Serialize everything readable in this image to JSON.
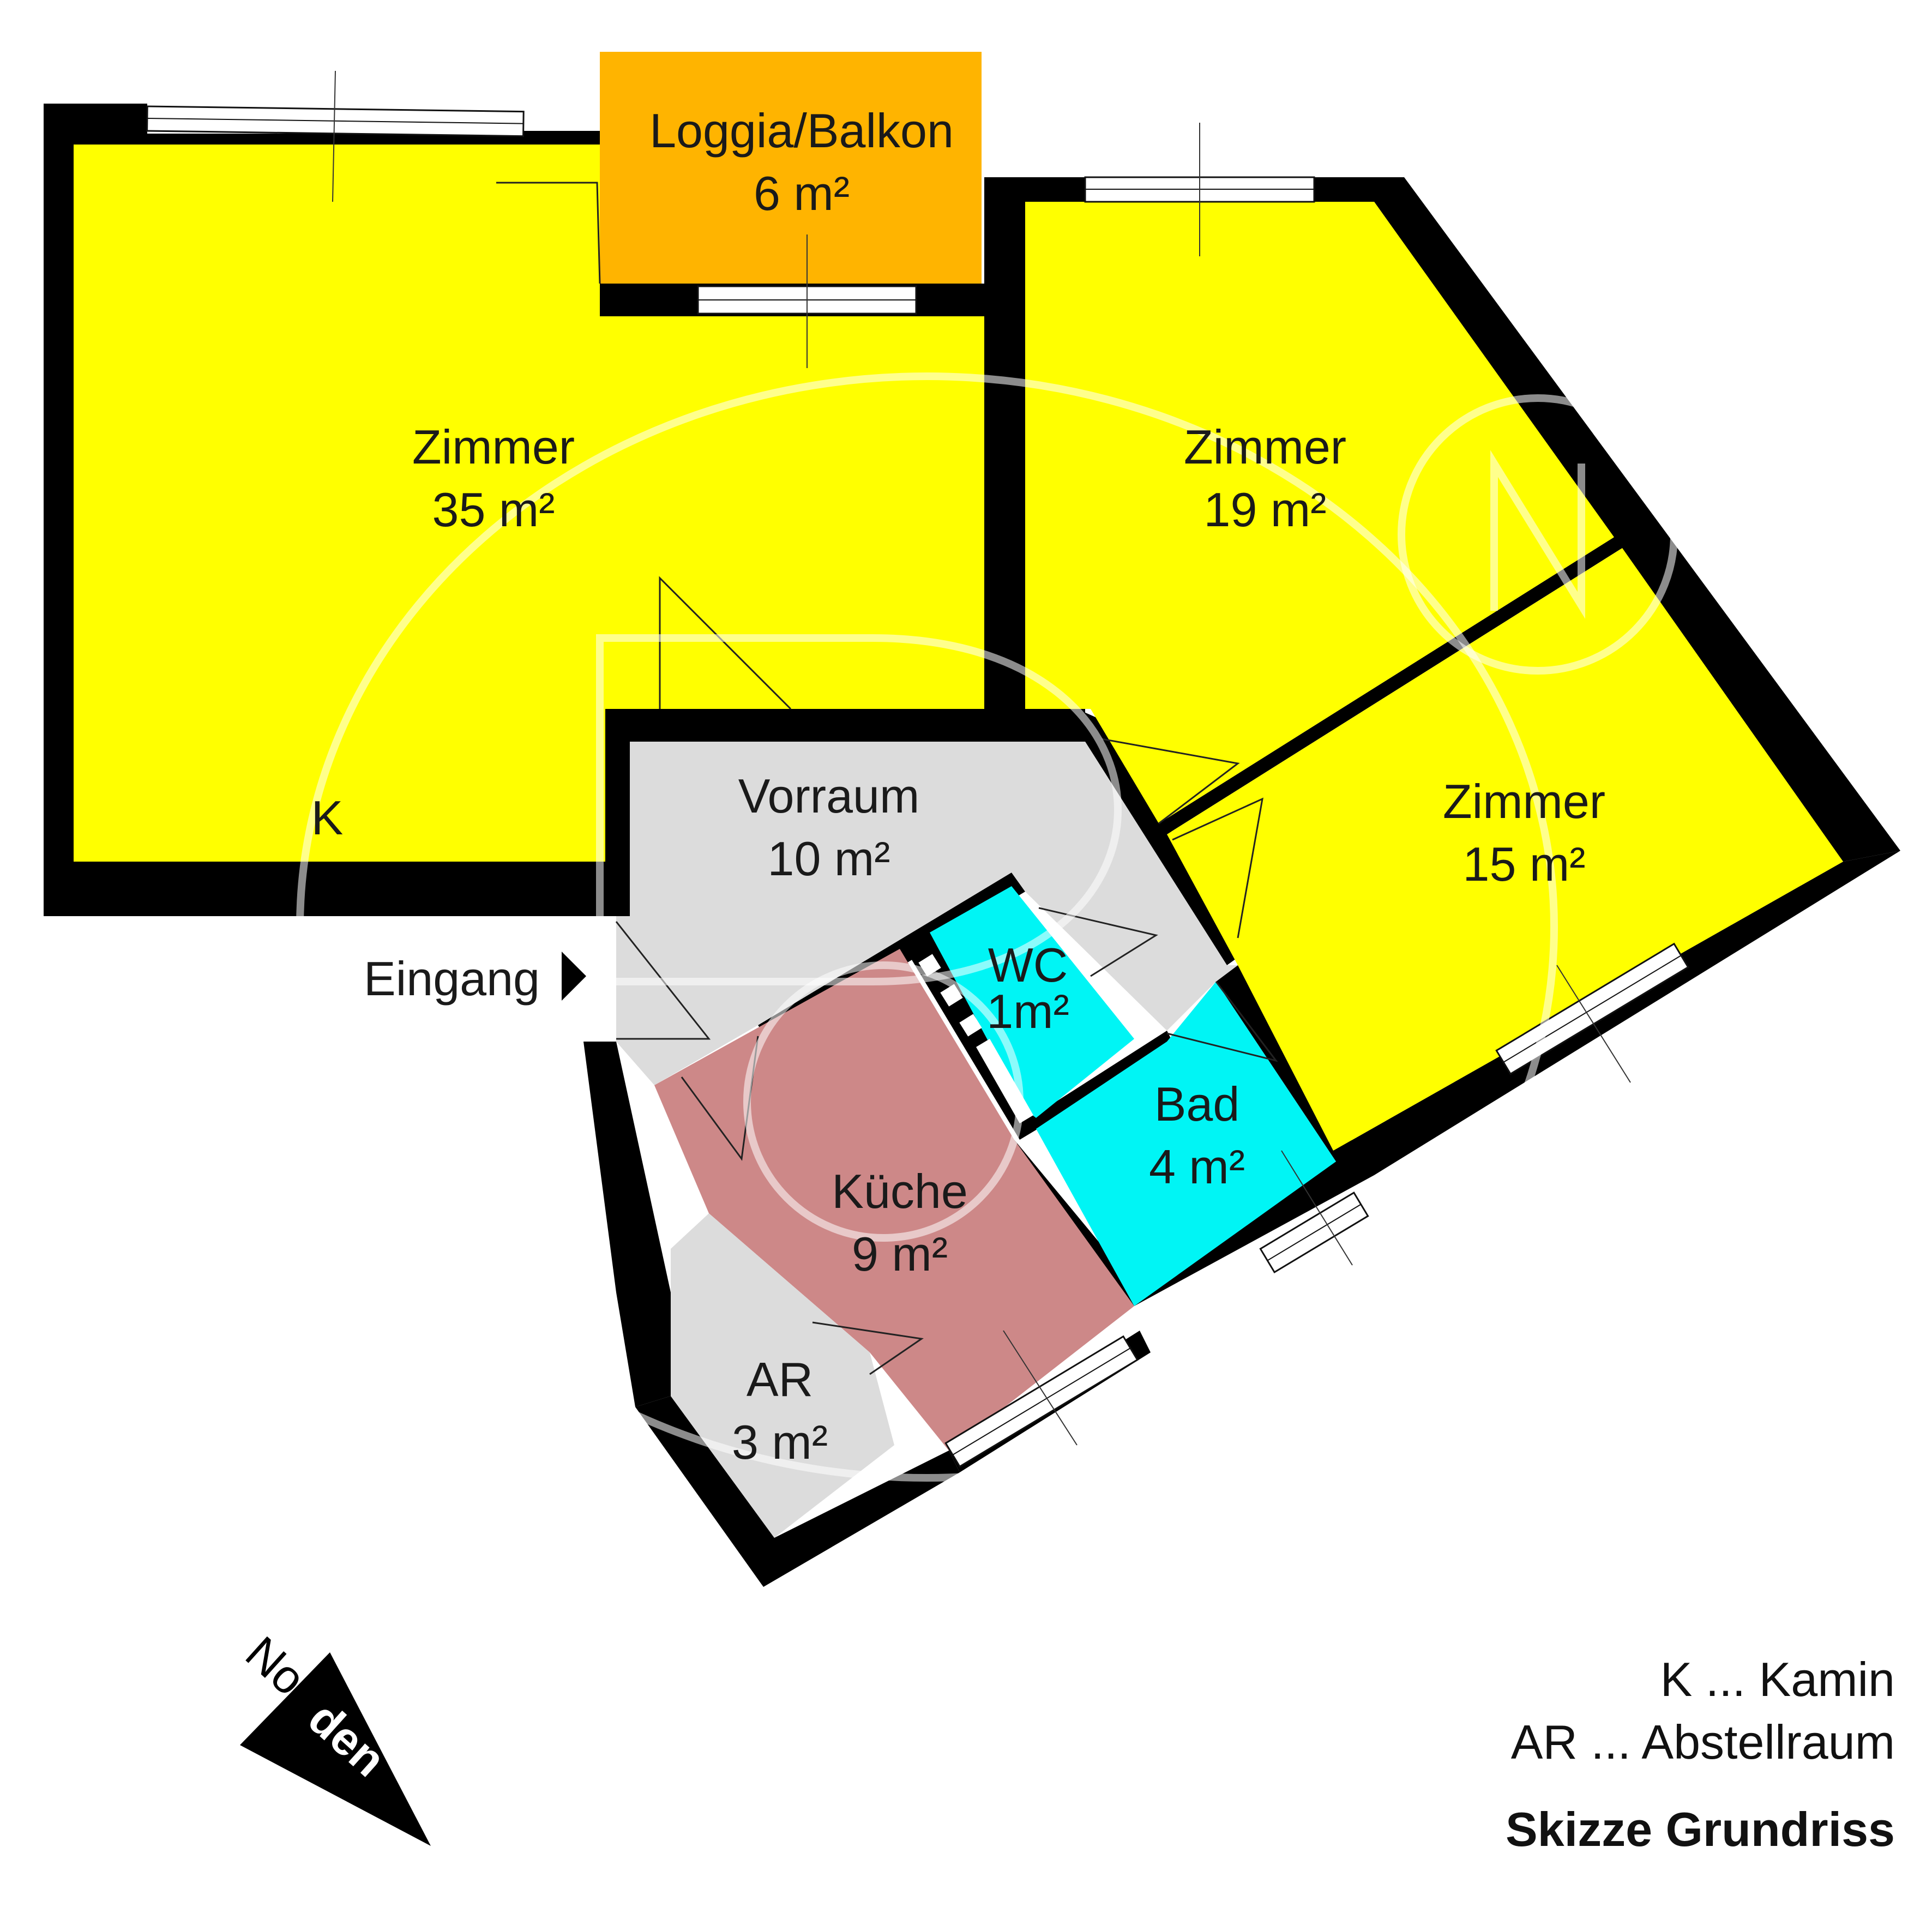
{
  "colors": {
    "living": "#ffff00",
    "loggia": "#ffb400",
    "service": "#dcdcdc",
    "kitchen": "#cd8888",
    "wet": "#00f5f5",
    "wall": "#000000"
  },
  "rooms": {
    "zimmer35": {
      "name": "Zimmer",
      "area": "35 m²"
    },
    "loggia": {
      "name": "Loggia/Balkon",
      "area": "6 m²"
    },
    "zimmer19": {
      "name": "Zimmer",
      "area": "19 m²"
    },
    "zimmer15": {
      "name": "Zimmer",
      "area": "15 m²"
    },
    "vorraum": {
      "name": "Vorraum",
      "area": "10 m²"
    },
    "wc": {
      "name": "WC",
      "area": "1m²"
    },
    "bad": {
      "name": "Bad",
      "area": "4 m²"
    },
    "kueche": {
      "name": "Küche",
      "area": "9 m²"
    },
    "ar": {
      "name": "AR",
      "area": "3 m²"
    }
  },
  "markers": {
    "kamin": "K",
    "entrance": "Eingang"
  },
  "north": {
    "text_part1": "Nor",
    "text_part2": "den"
  },
  "legend": {
    "line1": "K ... Kamin",
    "line2": "AR ... Abstellraum",
    "title": "Skizze Grundriss"
  }
}
